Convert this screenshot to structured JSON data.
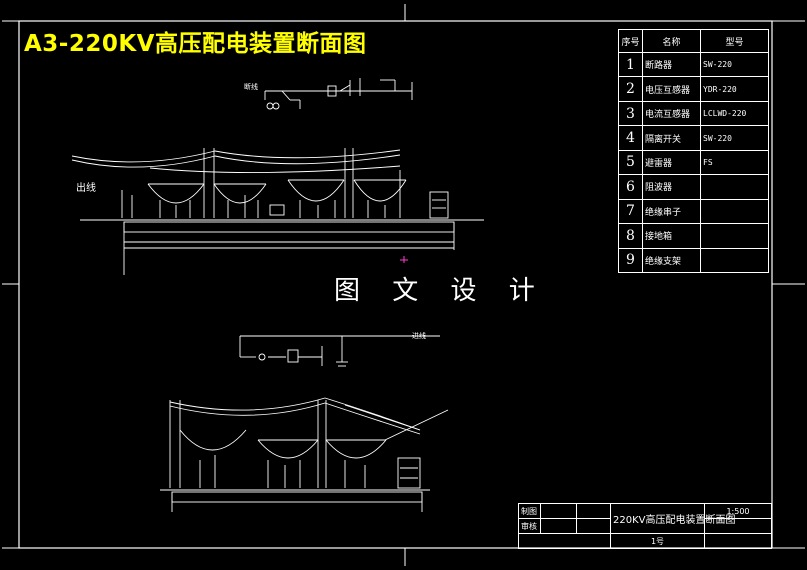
{
  "drawing": {
    "title": "A3-220KV高压配电装置断面图",
    "watermark": "图 文 设 计",
    "labels": {
      "outgoing_line": "出线",
      "circuit_breaker": "断线",
      "incoming_line": "进线"
    }
  },
  "parts_table": {
    "headers": [
      "序号",
      "名称",
      "型号"
    ],
    "rows": [
      {
        "no": "1",
        "name": "断路器",
        "model": "SW-220"
      },
      {
        "no": "2",
        "name": "电压互感器",
        "model": "YDR-220"
      },
      {
        "no": "3",
        "name": "电流互感器",
        "model": "LCLWD-220"
      },
      {
        "no": "4",
        "name": "隔离开关",
        "model": "SW-220"
      },
      {
        "no": "5",
        "name": "避雷器",
        "model": "FS"
      },
      {
        "no": "6",
        "name": "阻波器",
        "model": ""
      },
      {
        "no": "7",
        "name": "绝缘串子",
        "model": ""
      },
      {
        "no": "8",
        "name": "接地箱",
        "model": ""
      },
      {
        "no": "9",
        "name": "绝缘支架",
        "model": ""
      }
    ]
  },
  "title_block": {
    "row1_label": "制图",
    "row2_label": "审核",
    "drawing_name": "220KV高压配电装置断面图",
    "scale": "1:500",
    "sheet": "1号"
  }
}
